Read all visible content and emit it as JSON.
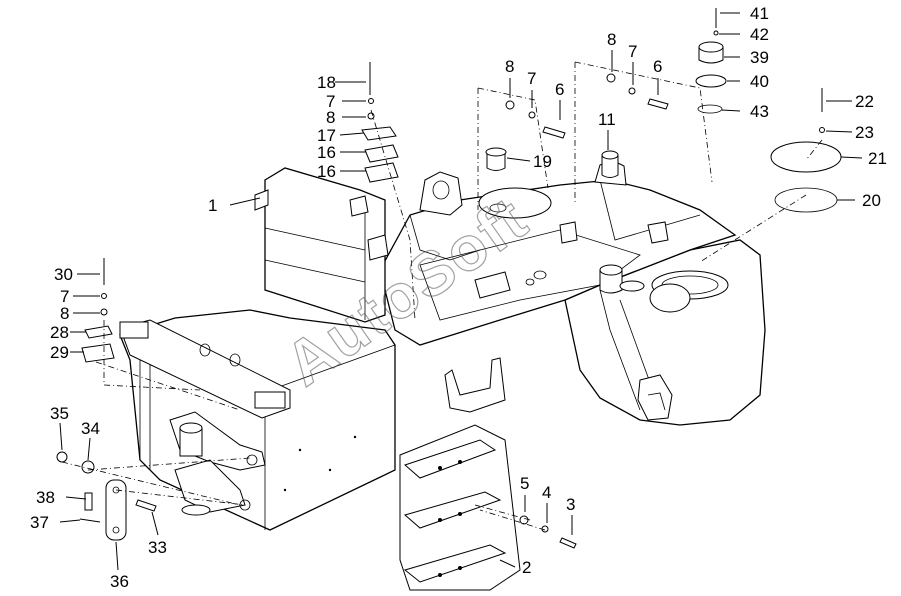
{
  "diagram": {
    "watermark": "AutoSoft",
    "callouts": [
      "1",
      "2",
      "3",
      "4",
      "5",
      "6",
      "7",
      "8",
      "11",
      "16",
      "17",
      "18",
      "19",
      "20",
      "21",
      "22",
      "23",
      "28",
      "29",
      "30",
      "33",
      "34",
      "35",
      "36",
      "37",
      "38",
      "39",
      "40",
      "41",
      "42",
      "43"
    ]
  }
}
